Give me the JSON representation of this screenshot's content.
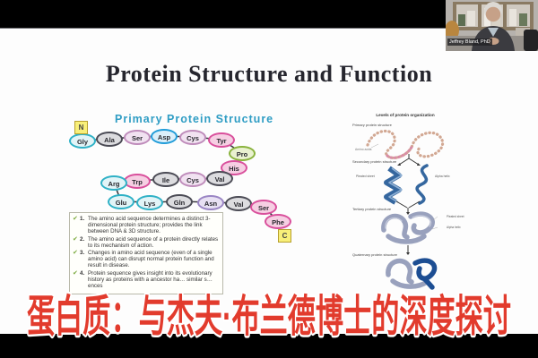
{
  "webcam": {
    "name_label": "Jeffrey Bland, PhD"
  },
  "slide": {
    "title": "Protein Structure and Function",
    "primary_diagram": {
      "heading": "Primary Protein Structure",
      "n_label": "N",
      "c_label": "C",
      "palette": {
        "cyan": {
          "border": "#2fb1c6",
          "fill": "#e2f4f7"
        },
        "blue": {
          "border": "#229dd9",
          "fill": "#dbeffa"
        },
        "gray": {
          "border": "#4b4b55",
          "fill": "#dcdcdf"
        },
        "mauve": {
          "border": "#bf8cbb",
          "fill": "#f1e2f1"
        },
        "magenta": {
          "border": "#d9509c",
          "fill": "#f6cfe3"
        },
        "green": {
          "border": "#8ab33e",
          "fill": "#e9f1d0"
        },
        "purple": {
          "border": "#9a85c4",
          "fill": "#e8e1f3"
        }
      },
      "chain": [
        {
          "label": "Gly",
          "type": "cyan"
        },
        {
          "label": "Ala",
          "type": "gray"
        },
        {
          "label": "Ser",
          "type": "mauve"
        },
        {
          "label": "Asp",
          "type": "blue"
        },
        {
          "label": "Cys",
          "type": "mauve"
        },
        {
          "label": "Tyr",
          "type": "magenta"
        },
        {
          "label": "Pro",
          "type": "green"
        },
        {
          "label": "His",
          "type": "magenta"
        },
        {
          "label": "Val",
          "type": "gray"
        },
        {
          "label": "Cys",
          "type": "mauve"
        },
        {
          "label": "Ile",
          "type": "gray"
        },
        {
          "label": "Trp",
          "type": "magenta"
        },
        {
          "label": "Arg",
          "type": "cyan"
        },
        {
          "label": "Glu",
          "type": "cyan"
        },
        {
          "label": "Lys",
          "type": "cyan"
        },
        {
          "label": "Gln",
          "type": "gray"
        },
        {
          "label": "Asn",
          "type": "purple"
        },
        {
          "label": "Val",
          "type": "gray"
        },
        {
          "label": "Ser",
          "type": "magenta"
        },
        {
          "label": "Phe",
          "type": "magenta"
        }
      ],
      "checklist": [
        {
          "num": "1.",
          "text": "The amino acid sequence determines a distinct 3-dimensional protein structure; provides the link between DNA & 3D structure."
        },
        {
          "num": "2.",
          "text": "The amino acid sequence of a protein directly relates to its mechanism of action."
        },
        {
          "num": "3.",
          "text": "Changes in amino acid sequence (even of a single amino acid) can disrupt normal protein function and result in disease."
        },
        {
          "num": "4.",
          "text": "Protein sequence gives insight into its evolutionary history as proteins with a ancestor ha… similar s…ences"
        }
      ]
    },
    "levels_diagram": {
      "title": "Levels of protein organization",
      "primary_label": "Primary protein structure",
      "amino_acids_label": "Amino acids",
      "secondary_label": "Secondary protein structure",
      "pleated_sheet_label": "Pleated sheet",
      "alpha_helix_label": "Alpha helix",
      "tertiary_label": "Tertiary protein structure",
      "tertiary_callout_pleated": "Pleated\nsheet",
      "tertiary_callout_alpha": "Alpha\nhelix",
      "quaternary_label": "Quaternary protein structure"
    }
  },
  "caption": {
    "text": "蛋白质：与杰夫·布兰德博士的深度探讨",
    "color": "#e23b2d",
    "outline": "#ffffff"
  }
}
